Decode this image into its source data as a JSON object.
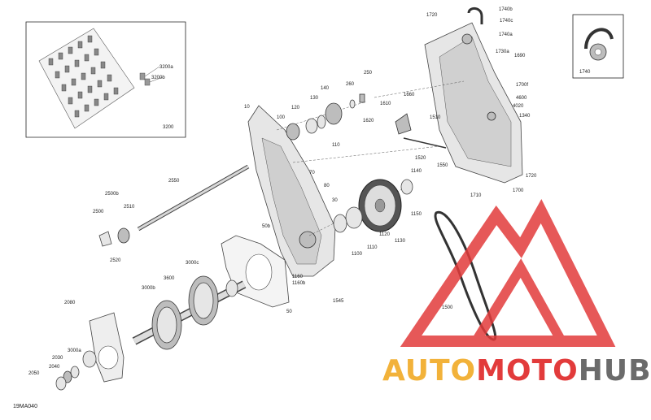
{
  "figure_id": "19MA040",
  "callouts": {
    "c3200a": "3200a",
    "c3200b": "3200b",
    "c3200": "3200",
    "c1720top": "1720",
    "c1740b": "1740b",
    "c1740c": "1740c",
    "c1740a": "1740a",
    "c1730a": "1730a",
    "c1690": "1690",
    "c1700f": "1700f",
    "c4600": "4600",
    "c4020": "4020",
    "c1340": "1340",
    "c1720b": "1720",
    "c1700": "1700",
    "c1710": "1710",
    "c1740inset": "1740",
    "c10": "10",
    "c100": "100",
    "c120": "120",
    "c130": "130",
    "c140": "140",
    "c260": "260",
    "c250": "250",
    "c110": "110",
    "c1610": "1610",
    "c1660": "1660",
    "c1620": "1620",
    "c1510": "1510",
    "c1520": "1520",
    "c1550": "1550",
    "c70": "70",
    "c80": "80",
    "c30": "30",
    "c2550": "2550",
    "c2500b": "2500b",
    "c2500": "2500",
    "c2510": "2510",
    "c2520": "2520",
    "c50b": "50b",
    "c1140": "1140",
    "c1150": "1150",
    "c1120": "1120",
    "c1130": "1130",
    "c1110": "1110",
    "c1100": "1100",
    "c1160": "1160",
    "c1160b": "1160b",
    "c1545": "1545",
    "c50": "50",
    "c3000c": "3000c",
    "c3600": "3600",
    "c3000b": "3000b",
    "c2080": "2080",
    "c3000a": "3000a",
    "c2030": "2030",
    "c2040": "2040",
    "c2050": "2050",
    "c1500": "1500"
  },
  "watermark": {
    "part1": "AUTO",
    "part2": "MOTO",
    "part3": "HUB"
  },
  "colors": {
    "watermark_red": "#e23b3b",
    "watermark_yellow": "#f2b23a",
    "watermark_gray": "#6b6b6b",
    "line": "#555555"
  }
}
